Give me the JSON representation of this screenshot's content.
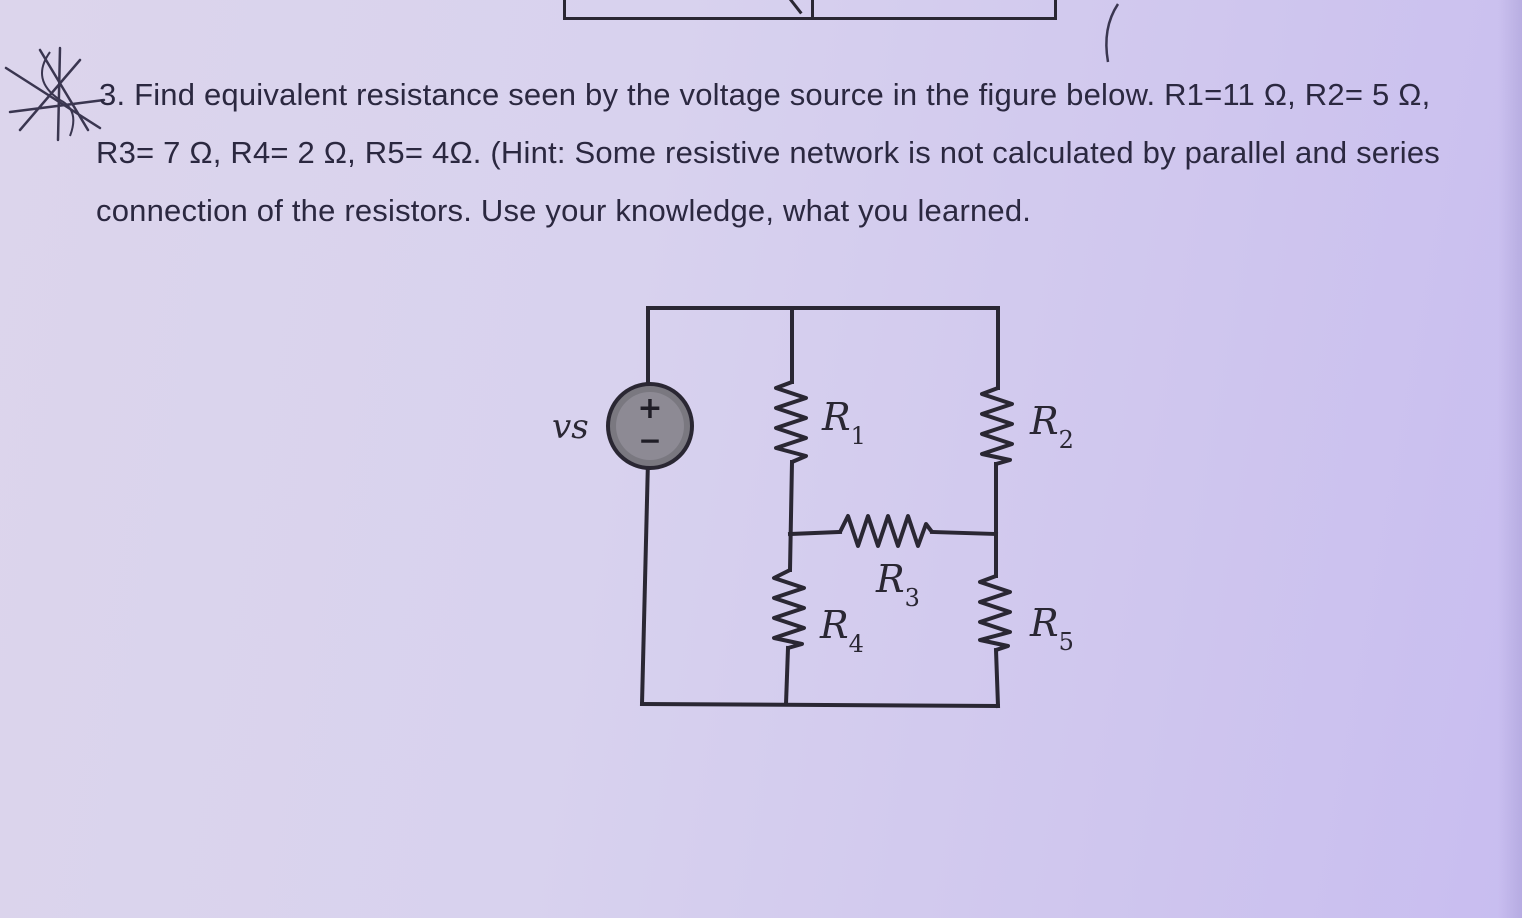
{
  "problem": {
    "lines": [
      "3. Find equivalent resistance seen by the voltage source in the figure below. R1=11 Ω, R2= 5 Ω,",
      "R3= 7 Ω, R4= 2 Ω, R5= 4Ω. (Hint: Some resistive network is not calculated by parallel and series",
      "connection of the resistors. Use your knowledge, what you learned."
    ]
  },
  "circuit": {
    "source": {
      "label": "vs",
      "plus": "+",
      "minus": "−"
    },
    "resistors": [
      {
        "id": "R1",
        "letter": "R",
        "sub": "1"
      },
      {
        "id": "R2",
        "letter": "R",
        "sub": "2"
      },
      {
        "id": "R3",
        "letter": "R",
        "sub": "3"
      },
      {
        "id": "R4",
        "letter": "R",
        "sub": "4"
      },
      {
        "id": "R5",
        "letter": "R",
        "sub": "5"
      }
    ]
  },
  "colors": {
    "ink": "#2a2733",
    "paper": "#d8d2ee",
    "source_fill": "#7a7880"
  }
}
